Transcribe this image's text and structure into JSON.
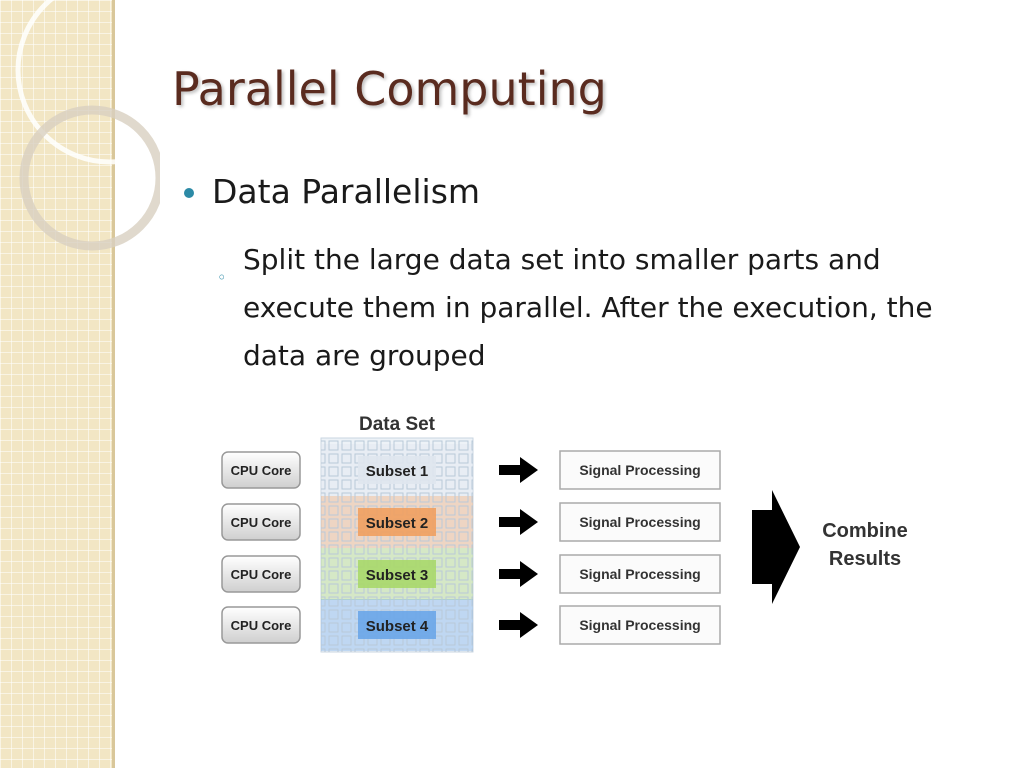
{
  "slide": {
    "title": "Parallel Computing",
    "bullet": "Data Parallelism",
    "sub_bullet": "Split the large data set into smaller parts and execute them in parallel.  After the execution, the data are grouped"
  },
  "diagram": {
    "data_set_label": "Data Set",
    "rows": [
      {
        "core": "CPU Core",
        "subset": "Subset 1",
        "processor": "Signal Processing",
        "color": "#dfe6ee"
      },
      {
        "core": "CPU Core",
        "subset": "Subset 2",
        "processor": "Signal Processing",
        "color": "#f0a060"
      },
      {
        "core": "CPU Core",
        "subset": "Subset 3",
        "processor": "Signal Processing",
        "color": "#a8d86a"
      },
      {
        "core": "CPU Core",
        "subset": "Subset 4",
        "processor": "Signal Processing",
        "color": "#6aa6e8"
      }
    ],
    "combine_line1": "Combine",
    "combine_line2": "Results"
  },
  "colors": {
    "title": "#5a2b1f",
    "bullet_accent": "#2c8aa6",
    "band": "#f2e6c4"
  }
}
